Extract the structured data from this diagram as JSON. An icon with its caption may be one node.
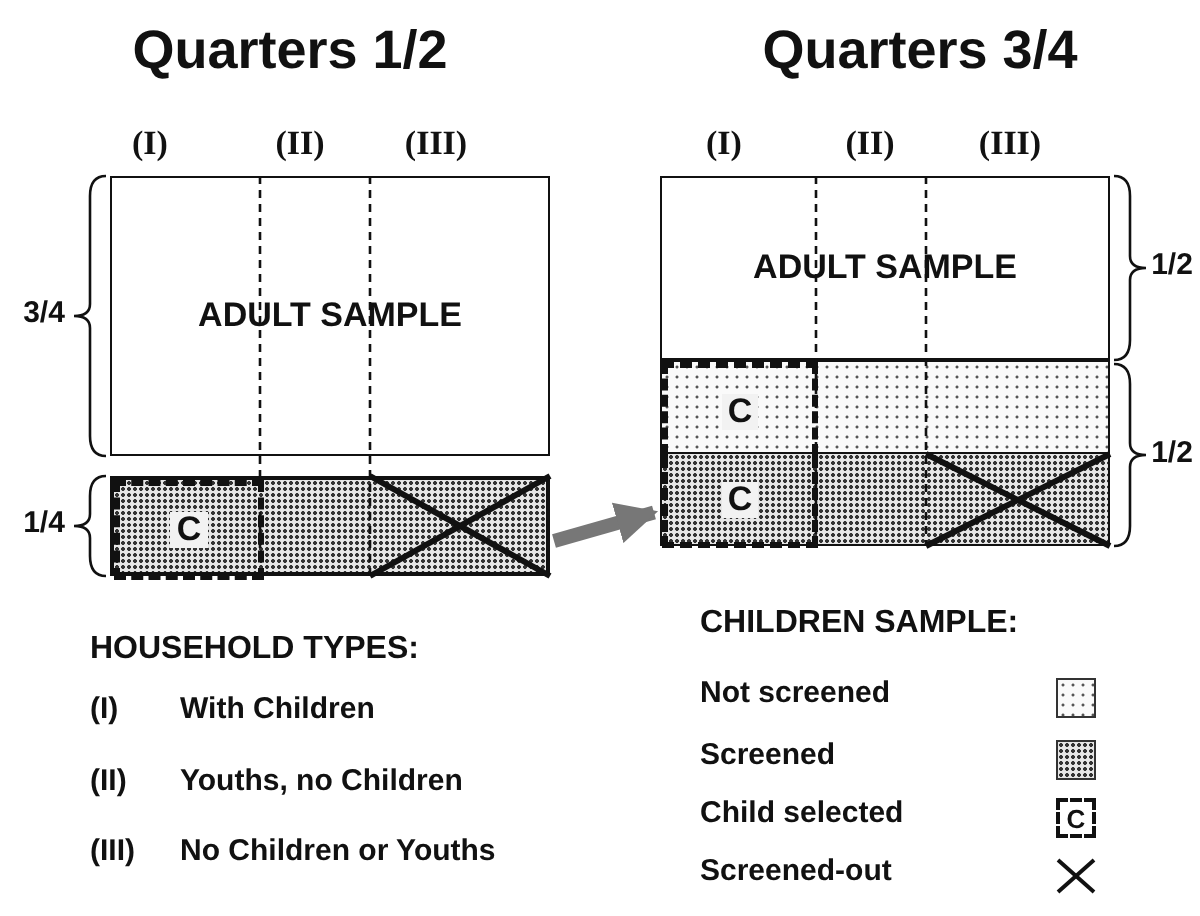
{
  "diagram": {
    "nodes": [
      {
        "text": [
          "ADULT SAMPLE"
        ]
      },
      {
        "text": [],
        "shape": "bar"
      },
      {
        "text": [
          "C"
        ],
        "in": 1
      },
      {
        "text": [
          "ADULT SAMPLE"
        ]
      },
      {
        "text": [],
        "shape": "box"
      },
      {
        "text": [
          "C"
        ],
        "in": 4
      },
      {
        "text": [
          "C"
        ],
        "in": 4
      }
    ],
    "edges": [
      {
        "from": 1,
        "to": 4,
        "arrow": "to"
      }
    ],
    "labels": [
      "Quarters 1/2",
      "(I)",
      "(II)",
      "(III)",
      "3/4",
      "1/4",
      "Quarters 3/4",
      "(I)",
      "(II)",
      "(III)",
      "1/2",
      "1/2",
      "HOUSEHOLD TYPES:",
      "(I)",
      "With Children",
      "(II)",
      "Youths, no Children",
      "(III)",
      "No Children or Youths",
      "CHILDREN SAMPLE:",
      "C"
    ],
    "legend": [
      {
        "text": "Not screened"
      },
      {
        "text": "Screened"
      },
      {
        "text": "Child selected"
      },
      {
        "text": "Screened-out"
      }
    ]
  }
}
